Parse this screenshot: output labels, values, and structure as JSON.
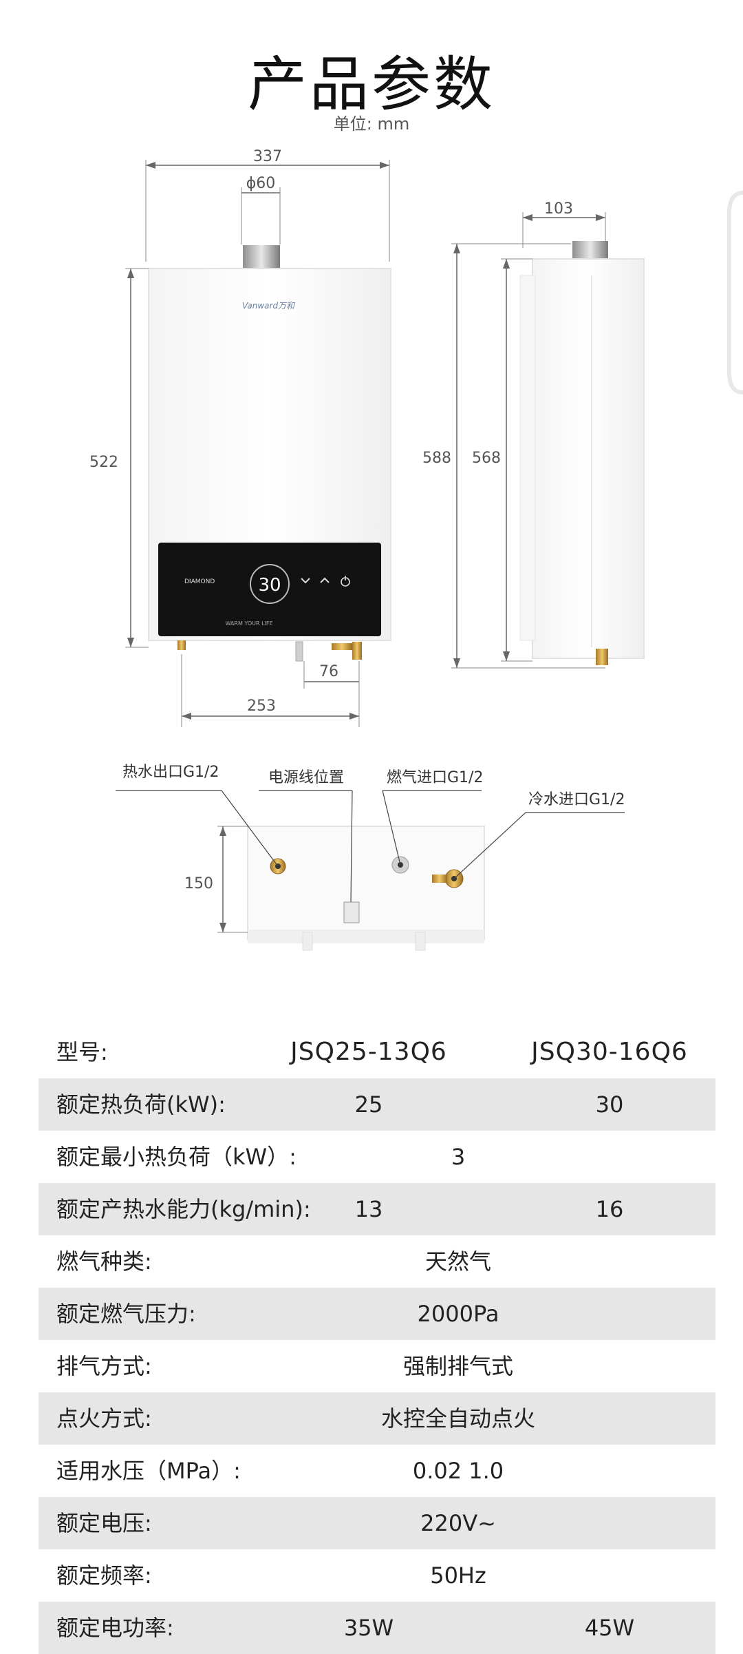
{
  "header": {
    "title": "产品参数",
    "unit": "单位: mm"
  },
  "front_view": {
    "width": "337",
    "flue_diameter": "ϕ60",
    "height": "522",
    "pipe_spacing": "76",
    "pipe_span": "253",
    "brand_text": "Vanward万和",
    "display_temp": "30",
    "panel_brand": "DIAMOND",
    "panel_slogan": "WARM YOUR LIFE"
  },
  "side_view": {
    "flue_depth": "103",
    "total_height": "588",
    "body_height": "568"
  },
  "bottom_view": {
    "height": "150",
    "labels": {
      "hot_water_outlet": "热水出口G1/2",
      "power_cord": "电源线位置",
      "gas_inlet": "燃气进口G1/2",
      "cold_water_inlet": "冷水进口G1/2"
    }
  },
  "specs": {
    "header": {
      "label": "型号:",
      "model_1": "JSQ25-13Q6",
      "model_2": "JSQ30-16Q6"
    },
    "rows": [
      {
        "label": "额定热负荷(kW):",
        "v1": "25",
        "v2": "30"
      },
      {
        "label": "额定最小热负荷（kW）:",
        "value": "3"
      },
      {
        "label": "额定产热水能力(kg/min):",
        "v1": "13",
        "v2": "16"
      },
      {
        "label": "燃气种类:",
        "value": "天然气"
      },
      {
        "label": "额定燃气压力:",
        "value": "2000Pa"
      },
      {
        "label": "排气方式:",
        "value": "强制排气式"
      },
      {
        "label": "点火方式:",
        "value": "水控全自动点火"
      },
      {
        "label": "适用水压（MPa）:",
        "value": "0.02 1.0"
      },
      {
        "label": "额定电压:",
        "value": "220V~"
      },
      {
        "label": "额定频率:",
        "value": "50Hz"
      },
      {
        "label": "额定电功率:",
        "v1": "35W",
        "v2": "45W"
      }
    ]
  }
}
